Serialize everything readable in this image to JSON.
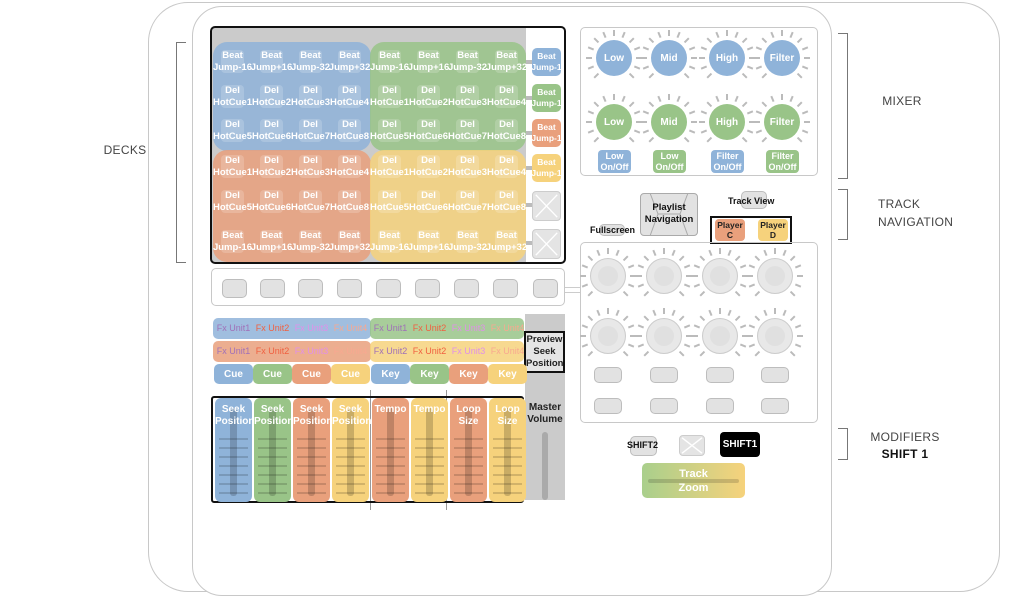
{
  "colors": {
    "blue": "#8fb3d9",
    "green": "#99c488",
    "orange": "#e9a07c",
    "yellow": "#f6d27c",
    "gray": "#c9c9c9"
  },
  "side_labels": {
    "decks": "DECKS",
    "mixer": "MIXER",
    "track_navigation": [
      "TRACK",
      "NAVIGATION"
    ],
    "modifiers": "MODIFIERS",
    "shift1": "SHIFT 1"
  },
  "decks": {
    "rows": [
      {
        "colors": [
          "blue",
          "green"
        ],
        "labels": [
          "Beat\nJump-16",
          "Beat\nJump+16",
          "Beat\nJump-32",
          "Beat\nJump+32",
          "Beat\nJump-16",
          "Beat\nJump+16",
          "Beat\nJump-32",
          "Beat\nJump+32"
        ]
      },
      {
        "colors": [
          "blue",
          "green"
        ],
        "labels": [
          "Del\nHotCue1",
          "Del\nHotCue2",
          "Del\nHotCue3",
          "Del\nHotCue4",
          "Del\nHotCue1",
          "Del\nHotCue2",
          "Del\nHotCue3",
          "Del\nHotCue4"
        ]
      },
      {
        "colors": [
          "blue",
          "green"
        ],
        "labels": [
          "Del\nHotCue5",
          "Del\nHotCue6",
          "Del\nHotCue7",
          "Del\nHotCue8",
          "Del\nHotCue5",
          "Del\nHotCue6",
          "Del\nHotCue7",
          "Del\nHotCue8"
        ]
      },
      {
        "colors": [
          "orange",
          "yellow"
        ],
        "labels": [
          "Del\nHotCue1",
          "Del\nHotCue2",
          "Del\nHotCue3",
          "Del\nHotCue4",
          "Del\nHotCue1",
          "Del\nHotCue2",
          "Del\nHotCue3",
          "Del\nHotCue4"
        ]
      },
      {
        "colors": [
          "orange",
          "yellow"
        ],
        "labels": [
          "Del\nHotCue5",
          "Del\nHotCue6",
          "Del\nHotCue7",
          "Del\nHotCue8",
          "Del\nHotCue5",
          "Del\nHotCue6",
          "Del\nHotCue7",
          "Del\nHotCue8"
        ]
      },
      {
        "colors": [
          "orange",
          "yellow"
        ],
        "labels": [
          "Beat\nJump-16",
          "Beat\nJump+16",
          "Beat\nJump-32",
          "Beat\nJump+32",
          "Beat\nJump-16",
          "Beat\nJump+16",
          "Beat\nJump-32",
          "Beat\nJump+32"
        ]
      }
    ],
    "side_buttons": [
      {
        "label": "Beat\nJump-1",
        "color": "blue"
      },
      {
        "label": "Beat\nJump-1",
        "color": "green"
      },
      {
        "label": "Beat\nJump-1",
        "color": "orange"
      },
      {
        "label": "Beat\nJump-1",
        "color": "yellow"
      },
      {
        "label": "",
        "color": "none"
      },
      {
        "label": "",
        "color": "none"
      }
    ]
  },
  "fx_rows": [
    {
      "colors": [
        "blue",
        "green"
      ],
      "labels": [
        "Fx Unit1",
        "Fx Unit2",
        "Fx Unit3",
        "Fx Unit4",
        "Fx Unit1",
        "Fx Unit2",
        "Fx Unit3",
        "Fx Unit4"
      ],
      "text_colors": [
        "#a070b8",
        "#f06040",
        "#e090e8",
        "#f8a890",
        "#a070b8",
        "#f06040",
        "#e090e8",
        "#f8a890"
      ]
    },
    {
      "colors": [
        "orange",
        "yellow"
      ],
      "labels": [
        "Fx Unit1",
        "Fx Unit2",
        "Fx Unit3",
        "Fx Unit4",
        "Fx Unit2",
        "Fx Unit2",
        "Fx Unit3",
        "Fx Unit4"
      ],
      "text_colors": [
        "#a070b8",
        "#f06040",
        "#e090e8",
        "#f8a890",
        "#a070b8",
        "#f06040",
        "#e090e8",
        "#f8a890"
      ]
    }
  ],
  "cue_key_row": [
    {
      "label": "Cue",
      "color": "blue"
    },
    {
      "label": "Cue",
      "color": "green"
    },
    {
      "label": "Cue",
      "color": "orange"
    },
    {
      "label": "Cue",
      "color": "yellow"
    },
    {
      "label": "Key",
      "color": "blue"
    },
    {
      "label": "Key",
      "color": "green"
    },
    {
      "label": "Key",
      "color": "orange"
    },
    {
      "label": "Key",
      "color": "yellow"
    }
  ],
  "faders": [
    {
      "label": "Seek\nPosition",
      "color": "blue"
    },
    {
      "label": "Seek\nPosition",
      "color": "green"
    },
    {
      "label": "Seek\nPosition",
      "color": "orange"
    },
    {
      "label": "Seek\nPosition",
      "color": "yellow"
    },
    {
      "label": "Tempo",
      "color": "orange"
    },
    {
      "label": "Tempo",
      "color": "yellow"
    },
    {
      "label": "Loop\nSize",
      "color": "orange"
    },
    {
      "label": "Loop\nSize",
      "color": "yellow"
    }
  ],
  "preview_seek": "Preview\nSeek\nPosition",
  "master_volume": "Master\nVolume",
  "mixer": {
    "knobs_top": [
      "Low",
      "Mid",
      "High",
      "Filter"
    ],
    "knobs_bottom": [
      "Low",
      "Mid",
      "High",
      "Filter"
    ],
    "onoff": [
      {
        "label": "Low\nOn/Off",
        "color": "blue"
      },
      {
        "label": "Low\nOn/Off",
        "color": "green"
      },
      {
        "label": "Filter\nOn/Off",
        "color": "blue"
      },
      {
        "label": "Filter\nOn/Off",
        "color": "green"
      }
    ]
  },
  "navigation": {
    "playlist": "Playlist\nNavigation",
    "fullscreen": "Fullscreen",
    "track_view": "Track View",
    "player_c": "Player\nC",
    "player_d": "Player\nD"
  },
  "modifiers": {
    "shift2": "SHIFT2",
    "shift1": "SHIFT1",
    "track_zoom": "Track\nZoom"
  }
}
